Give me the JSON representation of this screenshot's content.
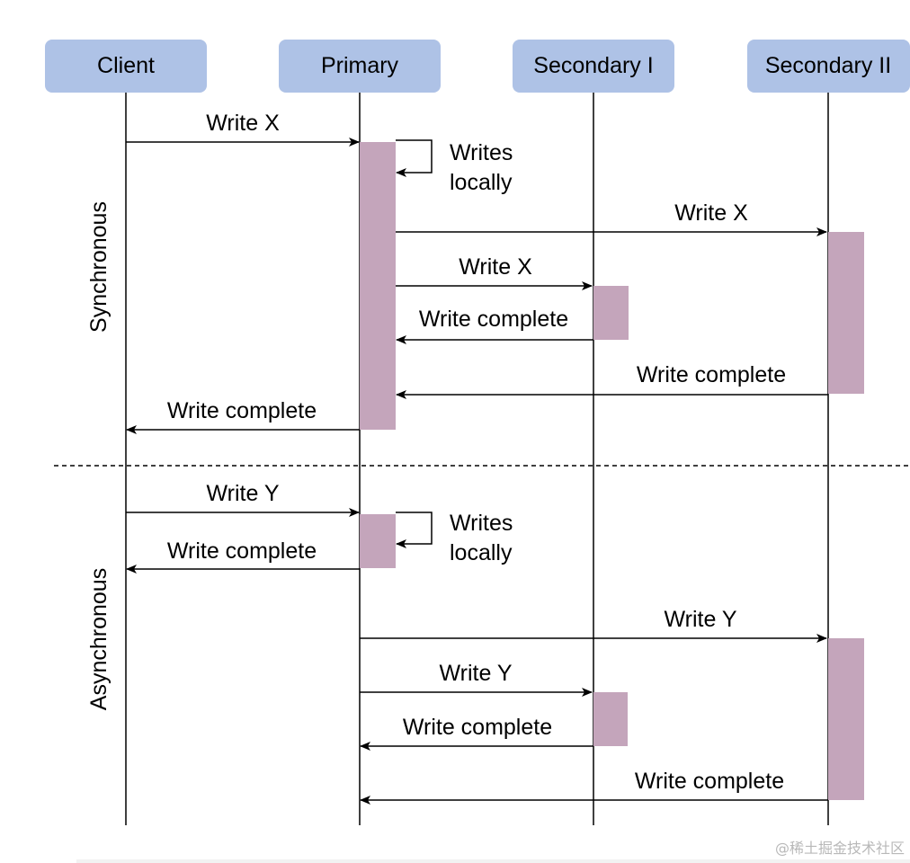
{
  "actors": [
    {
      "id": "client",
      "label": "Client"
    },
    {
      "id": "primary",
      "label": "Primary"
    },
    {
      "id": "secondary1",
      "label": "Secondary I"
    },
    {
      "id": "secondary2",
      "label": "Secondary II"
    }
  ],
  "sections": {
    "sync": "Synchronous",
    "async": "Asynchronous"
  },
  "messages": {
    "sync_client_write": "Write X",
    "sync_self_write": "Writes\nlocally",
    "sync_to_sec2": "Write X",
    "sync_to_sec1": "Write X",
    "sync_sec1_complete": "Write complete",
    "sync_sec2_complete": "Write complete",
    "sync_client_complete": "Write complete",
    "async_client_write": "Write Y",
    "async_self_write": "Writes\nlocally",
    "async_client_complete": "Write complete",
    "async_to_sec2": "Write Y",
    "async_to_sec1": "Write Y",
    "async_sec1_complete": "Write complete",
    "async_sec2_complete": "Write complete"
  },
  "colors": {
    "actor_fill": "#aec2e6",
    "activation_fill": "#c4a5bb"
  },
  "watermark": "@稀土掘金技术社区"
}
